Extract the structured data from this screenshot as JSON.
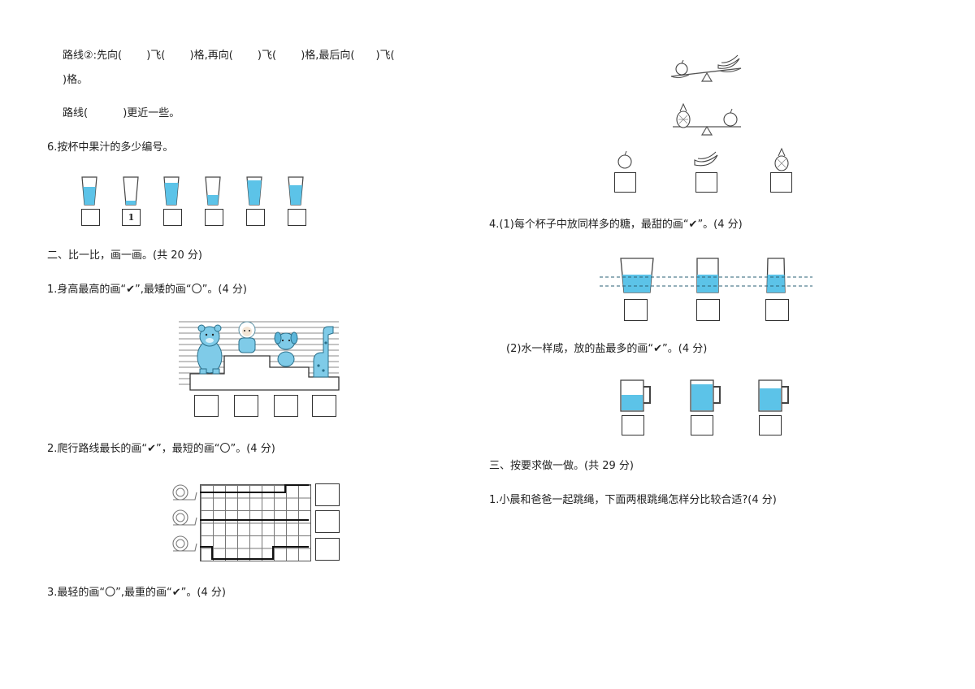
{
  "left": {
    "route2_line": "路线②:先向(　　 )飞(　　 )格,再向(　　 )飞(　　 )格,最后向(　　)飞(",
    "route2_tail": ")格。",
    "route_closer": "路线(　　　 )更近一些。",
    "q6": "6.按杯中果汁的多少编号。",
    "q6_given": "1",
    "section2": "二、比一比，画一画。(共 20 分)",
    "q2_1": "1.身高最高的画“✔”,最矮的画“〇”。(4 分)",
    "q2_2": "2.爬行路线最长的画“✔”，最短的画“〇”。(4 分)",
    "q2_3": "3.最轻的画“〇”,最重的画“✔”。(4 分)"
  },
  "right": {
    "q4_1": "4.(1)每个杯子中放同样多的糖，最甜的画“✔”。(4 分)",
    "q4_2": "(2)水一样咸，放的盐最多的画“✔”。(4 分)",
    "section3": "三、按要求做一做。(共 29 分)",
    "q3_1": "1.小晨和爸爸一起跳绳，下面两根跳绳怎样分比较合适?(4 分)"
  },
  "colors": {
    "water": "#5cc3e8",
    "toy": "#7fcbe8",
    "line": "#333333"
  },
  "icons": [
    "cup-icon",
    "bear-icon",
    "sheep-icon",
    "dog-icon",
    "giraffe-icon",
    "snail-icon",
    "apple-icon",
    "banana-icon",
    "pineapple-icon",
    "balance-scale-icon",
    "mug-icon"
  ]
}
